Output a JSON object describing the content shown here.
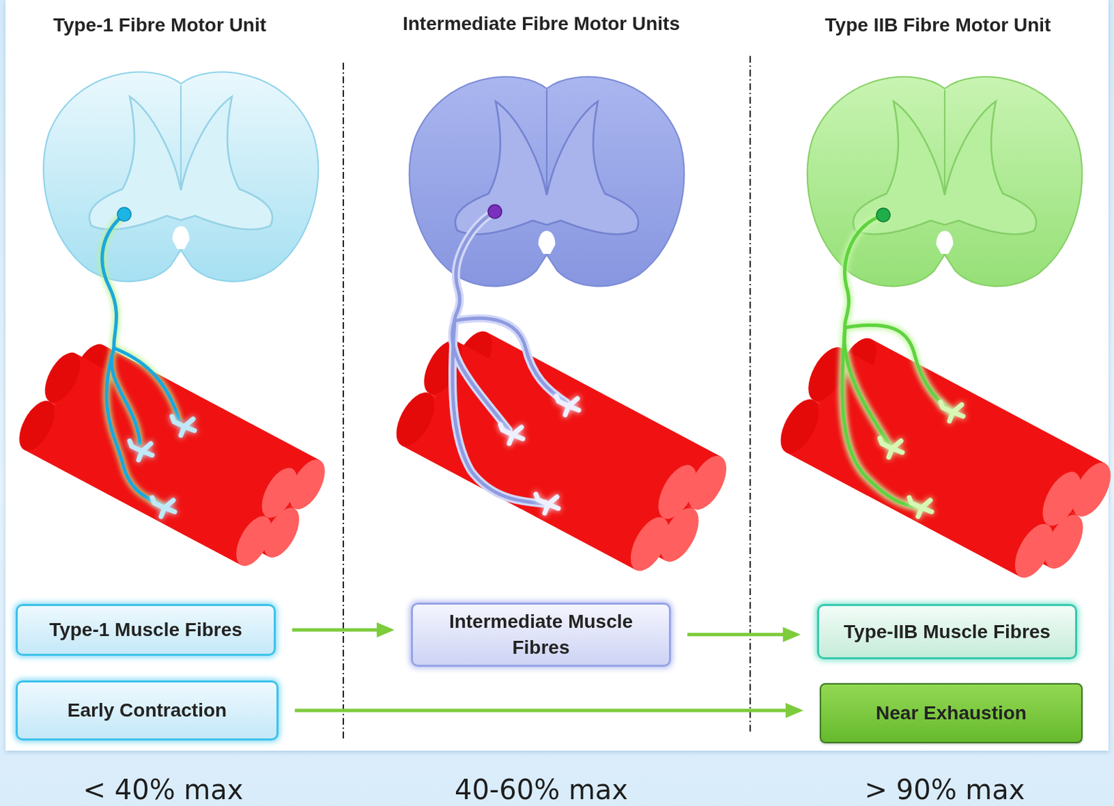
{
  "diagram": {
    "nodes": [
      {
        "text": [
          "Type-1 Muscle Fibres"
        ]
      },
      {
        "text": [
          "Intermediate Muscle Fibres"
        ]
      },
      {
        "text": [
          "Type-IIB Muscle Fibres"
        ]
      },
      {
        "text": [
          "Early Contraction"
        ]
      },
      {
        "text": [
          "Near Exhaustion"
        ]
      }
    ],
    "edges": [
      {
        "from": 0,
        "to": 1,
        "arrow": "to"
      },
      {
        "from": 1,
        "to": 2,
        "arrow": "to"
      },
      {
        "from": 3,
        "to": 4,
        "arrow": "to"
      }
    ],
    "labels": [
      "Type-1 Fibre Motor Unit",
      "Intermediate Fibre Motor Units",
      "Type IIB Fibre Motor Unit",
      "< 40% max",
      "40-60% max",
      "> 90% max"
    ]
  }
}
